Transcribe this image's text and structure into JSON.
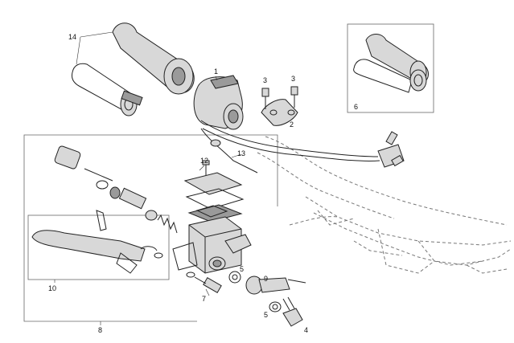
{
  "callouts": {
    "c1": "1",
    "c2": "2",
    "c3a": "3",
    "c3b": "3",
    "c4": "4",
    "c5a": "5",
    "c5b": "5",
    "c6": "6",
    "c7": "7",
    "c8": "8",
    "c9": "9",
    "c10": "10",
    "c12": "12",
    "c13": "13",
    "c14": "14"
  }
}
